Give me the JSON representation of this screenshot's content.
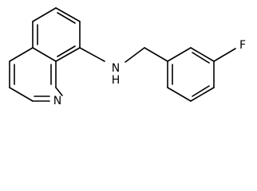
{
  "molecule": {
    "atoms": {
      "n_ring": "N",
      "n_amine": "N",
      "h_amine": "H",
      "f": "F"
    }
  }
}
